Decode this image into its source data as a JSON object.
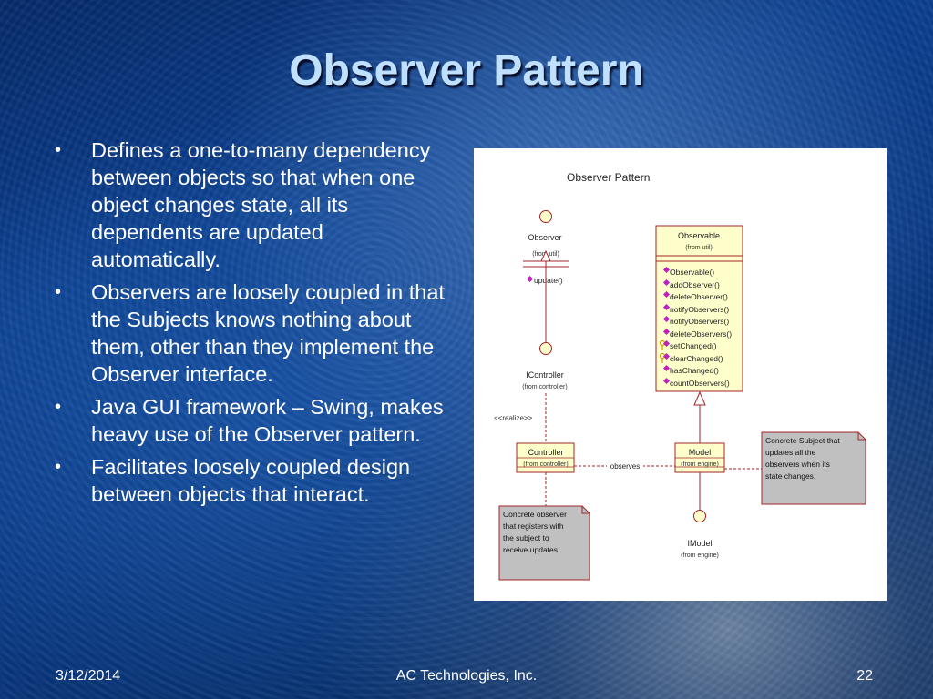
{
  "slide": {
    "title": "Observer Pattern",
    "bullets": [
      "Defines a one-to-many dependency between objects so that when one object changes state, all its dependents are updated automatically.",
      "Observers are loosely coupled in that the Subjects knows nothing about them, other than they implement the Observer interface.",
      "Java GUI framework – Swing, makes heavy use of the Observer pattern.",
      "Facilitates loosely coupled design between objects that interact."
    ],
    "bullet_glyph": "•"
  },
  "diagram": {
    "title": "Observer Pattern",
    "observer": {
      "name": "Observer",
      "package": "(from util)",
      "operations": [
        "update()"
      ]
    },
    "observable": {
      "name": "Observable",
      "package": "(from util)",
      "operations": [
        "Observable()",
        "addObserver()",
        "deleteObserver()",
        "notifyObservers()",
        "notifyObservers()",
        "deleteObservers()",
        "setChanged()",
        "clearChanged()",
        "hasChanged()",
        "countObservers()"
      ]
    },
    "icontroller": {
      "name": "IController",
      "package": "(from controller)"
    },
    "realize_label": "<<realize>>",
    "controller": {
      "name": "Controller",
      "package": "(from controller)"
    },
    "model": {
      "name": "Model",
      "package": "(from engine)"
    },
    "association_label": "observes",
    "imodel": {
      "name": "IModel",
      "package": "(from engine)"
    },
    "note_subject": [
      "Concrete Subject that",
      "updates all the",
      "observers when its",
      "state changes."
    ],
    "note_observer": [
      "Concrete observer",
      "that registers with",
      "the subject to",
      "receive updates."
    ],
    "colors": {
      "class_fill": "#ffffcc",
      "class_border": "#a0262a",
      "note_fill": "#c0c0c0",
      "op_icon": "#c020c0",
      "key_icon": "#c8a000"
    }
  },
  "footer": {
    "date": "3/12/2014",
    "company": "AC Technologies, Inc.",
    "page": "22"
  }
}
